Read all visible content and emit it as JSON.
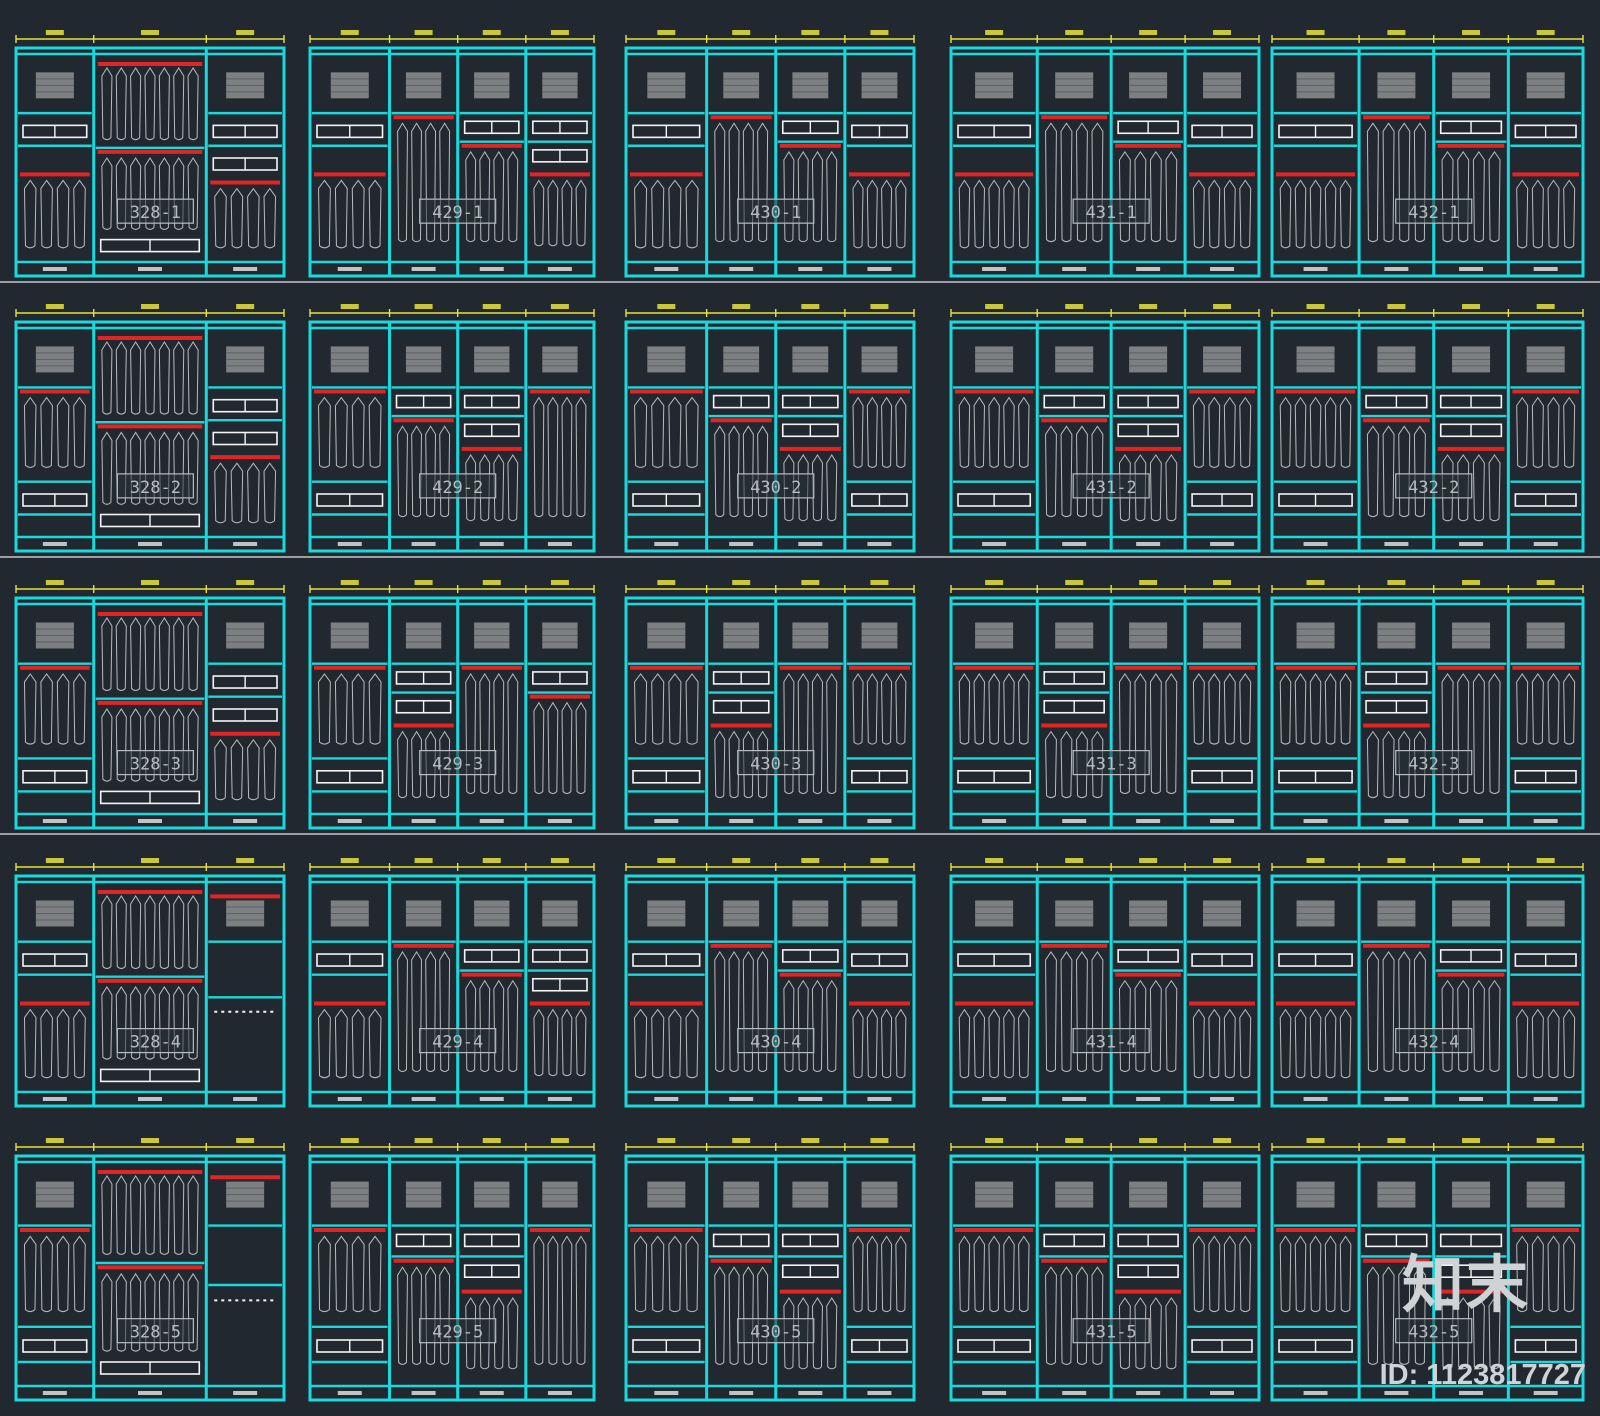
{
  "drawing": {
    "colors": {
      "background": "#212830",
      "carcass": "#19d9dc",
      "dimension": "#e7e33b",
      "hanging_rod": "#e02525",
      "garment": "#b9bcbe",
      "folded_stack": "#8d8f91",
      "drawer": "#f4f4f4",
      "separator": "#9aa0a5"
    },
    "columns": [
      {
        "series": "328",
        "bays": [
          "sh",
          "d",
          "h"
        ]
      },
      {
        "series": "429",
        "bays": [
          "sh",
          "s",
          "s",
          "s"
        ]
      },
      {
        "series": "430",
        "bays": [
          "sh",
          "s",
          "s",
          "sh"
        ]
      },
      {
        "series": "431",
        "bays": [
          "sh",
          "s",
          "s",
          "sh"
        ]
      },
      {
        "series": "432",
        "bays": [
          "sh",
          "s",
          "s",
          "sh"
        ]
      }
    ],
    "panels": [
      {
        "label": "328-1"
      },
      {
        "label": "429-1"
      },
      {
        "label": "430-1"
      },
      {
        "label": "431-1"
      },
      {
        "label": "432-1"
      },
      {
        "label": "328-2"
      },
      {
        "label": "429-2"
      },
      {
        "label": "430-2"
      },
      {
        "label": "431-2"
      },
      {
        "label": "432-2"
      },
      {
        "label": "328-3"
      },
      {
        "label": "429-3"
      },
      {
        "label": "430-3"
      },
      {
        "label": "431-3"
      },
      {
        "label": "432-3"
      },
      {
        "label": "328-4"
      },
      {
        "label": "429-4"
      },
      {
        "label": "430-4"
      },
      {
        "label": "431-4"
      },
      {
        "label": "432-4"
      },
      {
        "label": "328-5"
      },
      {
        "label": "429-5"
      },
      {
        "label": "430-5"
      },
      {
        "label": "431-5"
      },
      {
        "label": "432-5"
      }
    ]
  },
  "watermark": {
    "logo_text": "知末",
    "id_text": "ID: 1123817727"
  }
}
